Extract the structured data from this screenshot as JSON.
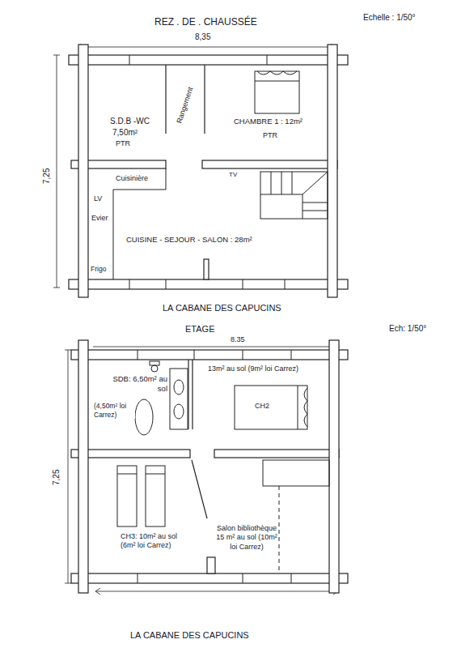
{
  "diagram": {
    "nodes": [
      {
        "text": [
          "S.D.B -WC",
          "7,50m²",
          "PTR"
        ]
      },
      {
        "text": [
          "Rangement"
        ]
      },
      {
        "text": [
          "CHAMBRE 1 : 12m²",
          "PTR"
        ]
      },
      {
        "text": [
          "CUISINE - SEJOUR - SALON : 28m²"
        ]
      },
      {
        "text": [
          "SDB: 6,50m² au sol",
          "(4,50m² loi Carrez)"
        ]
      },
      {
        "text": [
          "13m² au sol (9m² loi Carrez)",
          "CH2"
        ]
      },
      {
        "text": [
          "CH3: 10m² au sol (6m² loi Carrez)"
        ]
      },
      {
        "text": [
          "Salon bibliothèque 15 m² au sol (10m² loi Carrez)"
        ]
      }
    ],
    "labels": [
      "REZ . DE . CHAUSSÉE",
      "Echelle : 1/50°",
      "8,35",
      "7,25",
      "Cuisinière",
      "LV",
      "Evier",
      "Frigo",
      "TV",
      "LA CABANE DES CAPUCINS",
      "ETAGE",
      "Ech: 1/50°",
      "8.35",
      "7,25",
      "LA CABANE DES CAPUCINS"
    ]
  }
}
